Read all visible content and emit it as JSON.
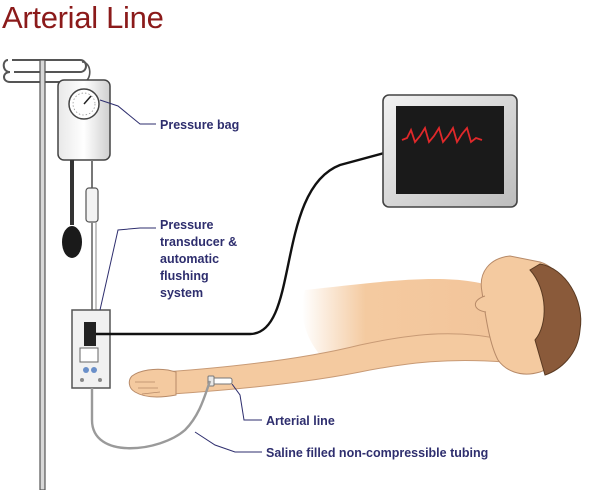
{
  "title": "Arterial Line",
  "labels": {
    "pressure_bag": "Pressure bag",
    "transducer": [
      "Pressure",
      "transducer &",
      "automatic",
      "flushing",
      "system"
    ],
    "arterial_line": "Arterial line",
    "tubing": "Saline filled non-compressible tubing"
  },
  "colors": {
    "title": "#8b1a1a",
    "label_text": "#2e2e6e",
    "waveform": "#e0282a",
    "monitor_screen": "#1a1a1a",
    "skin": "#f4caa0",
    "hair": "#8a5a3a"
  },
  "icons": {
    "monitor": "monitor-icon",
    "pressure_gauge": "pressure-gauge-icon",
    "inflation_bulb": "inflation-bulb-icon"
  }
}
